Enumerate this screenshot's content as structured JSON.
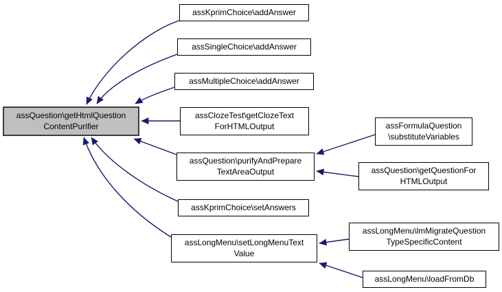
{
  "diagram": {
    "kind": "doxygen-caller-graph",
    "colors": {
      "edge": "#191970",
      "node_fill": "#ffffff",
      "node_border": "#000000",
      "highlight_fill": "#bfbfbf",
      "highlight_border": "#3d3d3d",
      "text": "#000000",
      "background": "#ffffff"
    },
    "nodes": {
      "main": {
        "label": "assQuestion\\getHtmlQuestion\nContentPurifier",
        "highlighted": true
      },
      "kprimAdd": {
        "label": "assKprimChoice\\addAnswer"
      },
      "singleAdd": {
        "label": "assSingleChoice\\addAnswer"
      },
      "multipleAdd": {
        "label": "assMultipleChoice\\addAnswer"
      },
      "clozeGet": {
        "label": "assClozeTest\\getClozeText\nForHTMLOutput"
      },
      "purify": {
        "label": "assQuestion\\purifyAndPrepare\nTextAreaOutput"
      },
      "kprimSet": {
        "label": "assKprimChoice\\setAnswers"
      },
      "longMenuSet": {
        "label": "assLongMenu\\setLongMenuText\nValue"
      },
      "formulaSub": {
        "label": "assFormulaQuestion\n\\substituteVariables"
      },
      "getQuestionFor": {
        "label": "assQuestion\\getQuestionFor\nHTMLOutput"
      },
      "lmMigrate": {
        "label": "assLongMenu\\lmMigrateQuestion\nTypeSpecificContent"
      },
      "loadFromDb": {
        "label": "assLongMenu\\loadFromDb"
      }
    },
    "edges": [
      {
        "from": "kprimAdd",
        "to": "main"
      },
      {
        "from": "singleAdd",
        "to": "main"
      },
      {
        "from": "multipleAdd",
        "to": "main"
      },
      {
        "from": "clozeGet",
        "to": "main"
      },
      {
        "from": "purify",
        "to": "main"
      },
      {
        "from": "kprimSet",
        "to": "main"
      },
      {
        "from": "longMenuSet",
        "to": "main"
      },
      {
        "from": "formulaSub",
        "to": "purify"
      },
      {
        "from": "getQuestionFor",
        "to": "purify"
      },
      {
        "from": "lmMigrate",
        "to": "longMenuSet"
      },
      {
        "from": "loadFromDb",
        "to": "longMenuSet"
      }
    ]
  }
}
